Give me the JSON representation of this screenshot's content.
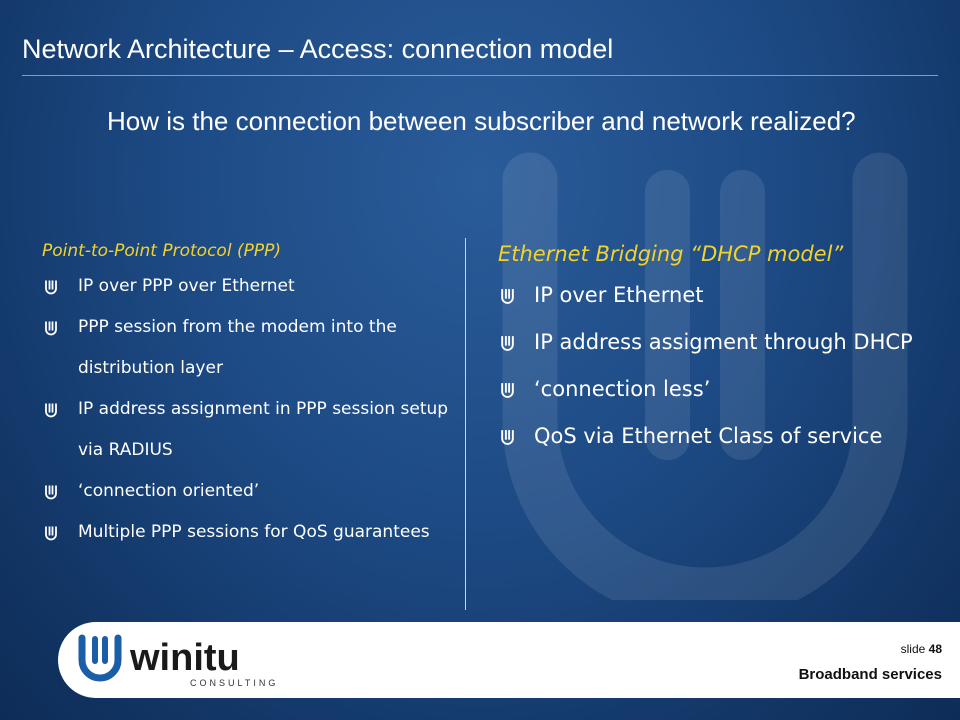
{
  "slide": {
    "title": "Network Architecture – Access: connection model",
    "question": "How is the connection between subscriber and network realized?"
  },
  "left": {
    "heading": "Point-to-Point Protocol (PPP)",
    "bullets": [
      "IP over PPP over Ethernet",
      "PPP session from the modem into the distribution layer",
      "IP address assignment in PPP session setup via RADIUS",
      "‘connection oriented’",
      "Multiple PPP sessions for QoS guarantees"
    ]
  },
  "right": {
    "heading": "Ethernet Bridging “DHCP model”",
    "bullets": [
      "IP over Ethernet",
      "IP address assigment through DHCP",
      "‘connection less’",
      "QoS via Ethernet Class of service"
    ]
  },
  "footer": {
    "logo_text": "winitu",
    "logo_subtext": "CONSULTING",
    "slide_label": "slide",
    "slide_number": "48",
    "section": "Broadband services"
  },
  "colors": {
    "heading": "#f2d32c",
    "background": "#1d4a84",
    "logo_blue": "#1b5ea8"
  },
  "icons": {
    "bullet": "bullet-u-icon",
    "watermark": "winitu-watermark-icon"
  }
}
